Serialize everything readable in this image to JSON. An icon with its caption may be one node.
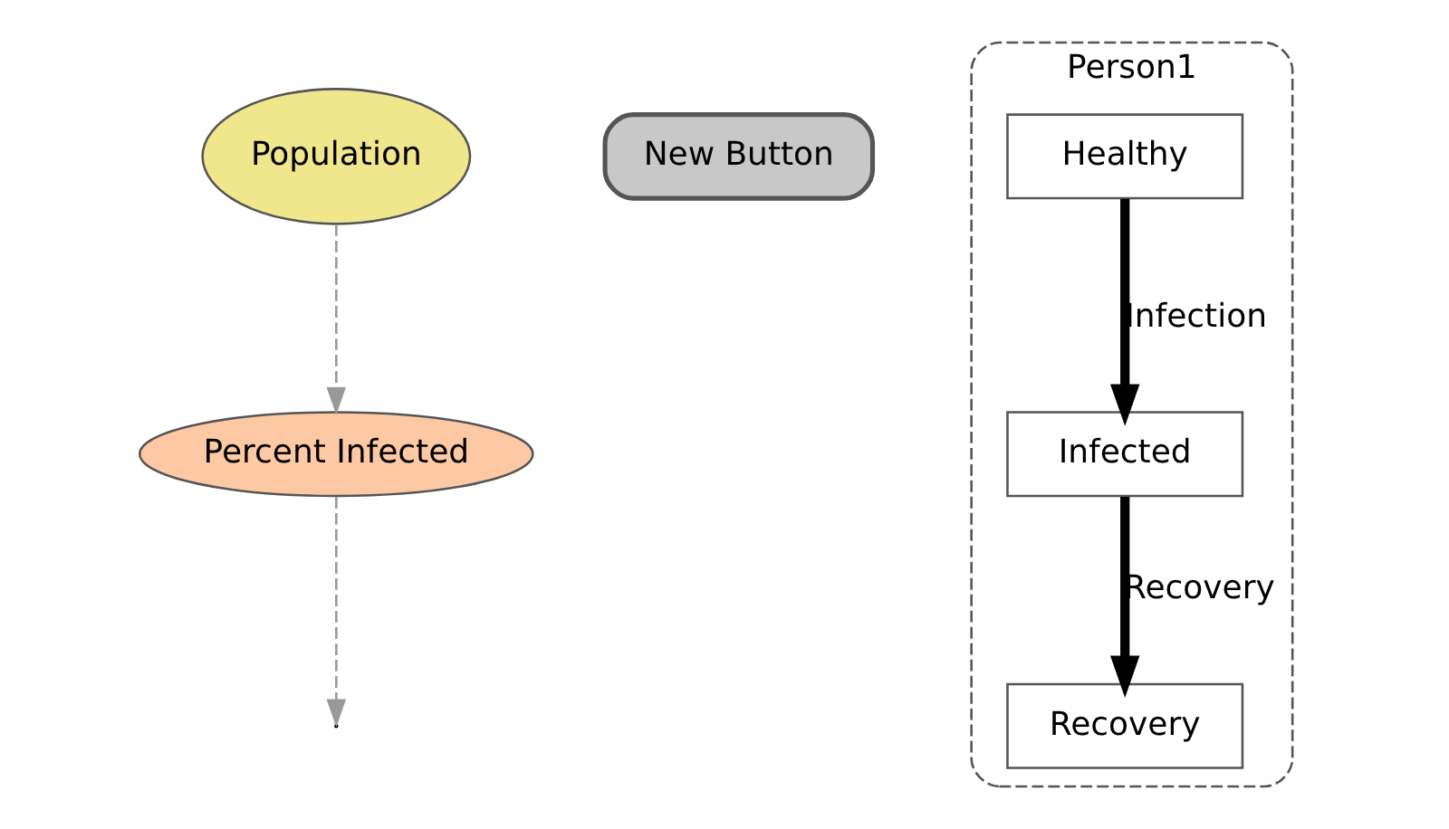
{
  "diagram": {
    "nodes": [
      {
        "text": [
          "Population"
        ]
      },
      {
        "text": [
          "New Button"
        ]
      },
      {
        "text": [
          "Percent Infected"
        ]
      },
      {
        "text": [
          "Person1"
        ]
      },
      {
        "text": [
          "Healthy"
        ],
        "in": 3
      },
      {
        "text": [
          "Infected"
        ],
        "in": 3
      },
      {
        "text": [
          "Recovery"
        ],
        "in": 3
      }
    ],
    "edges": [
      {
        "from": 0,
        "to": 2,
        "arrow": "to",
        "style": "dashed",
        "color": "#999999"
      },
      {
        "from": 2,
        "to": null,
        "arrow": "to",
        "style": "dashed",
        "color": "#999999"
      },
      {
        "from": 4,
        "to": 5,
        "arrow": "to",
        "style": "thick",
        "color": "#000000",
        "label": "Infection"
      },
      {
        "from": 5,
        "to": 6,
        "arrow": "to",
        "style": "thick",
        "color": "#000000",
        "label": "Recovery"
      }
    ]
  }
}
